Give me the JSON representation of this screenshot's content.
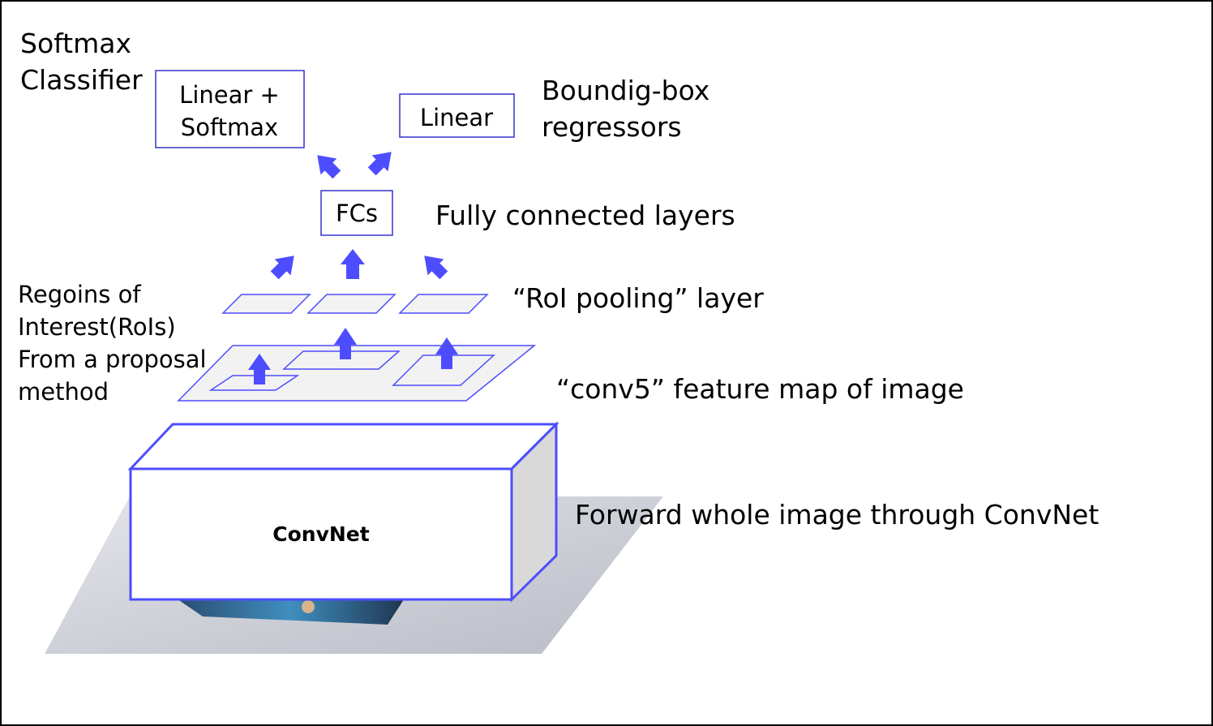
{
  "colors": {
    "accent": "#4d4dff",
    "box_stroke": "#3333cc",
    "plane_fill": "#f2f2f2",
    "plane_stroke": "#4d4dff",
    "side_face": "#d9d9d9",
    "text": "#000000"
  },
  "labels": {
    "softmax_line1": "Softmax",
    "softmax_line2": "Classifier",
    "linear_softmax_line1": "Linear +",
    "linear_softmax_line2": "Softmax",
    "linear": "Linear",
    "bbox_line1": "Boundig-box",
    "bbox_line2": "regressors",
    "fcs": "FCs",
    "fully_connected": "Fully connected layers",
    "roi_line1": "Regoins of",
    "roi_line2": "Interest(RoIs)",
    "roi_line3": "From a proposal",
    "roi_line4": "method",
    "roi_pooling": "“RoI pooling” layer",
    "conv5": "“conv5” feature map of image",
    "convnet": "ConvNet",
    "forward": "Forward whole image through ConvNet"
  }
}
